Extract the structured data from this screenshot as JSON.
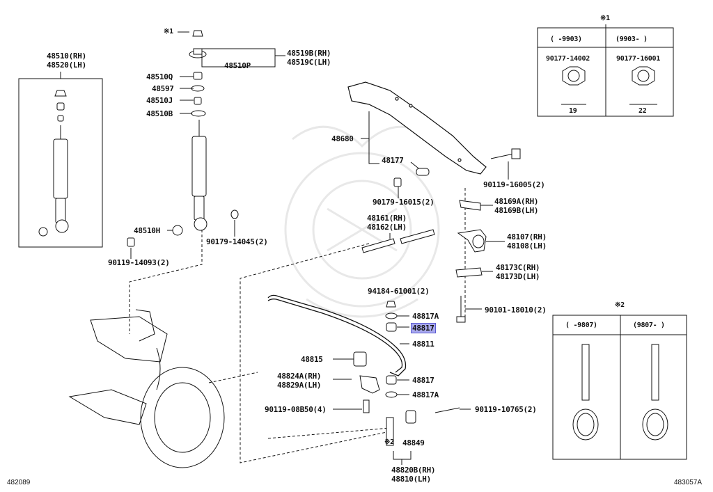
{
  "diagram": {
    "left_code": "482089",
    "right_code": "483057A",
    "labels": {
      "p48510_rh": "48510(RH)",
      "p48520_lh": "48520(LH)",
      "note1_top": "※1",
      "p48519b": "48519B(RH)",
      "p48519c": "48519C(LH)",
      "p48510p": "48510P",
      "p48510q": "48510Q",
      "p48597": "48597",
      "p48510j": "48510J",
      "p48510b": "48510B",
      "p48510h": "48510H",
      "p90179_14045": "90179-14045(2)",
      "p90119_14093": "90119-14093(2)",
      "p48680": "48680",
      "p48177": "48177",
      "p90179_16015": "90179-16015(2)",
      "p90119_16005": "90119-16005(2)",
      "p48169a": "48169A(RH)",
      "p48169b": "48169B(LH)",
      "p48161": "48161(RH)",
      "p48162": "48162(LH)",
      "p48107": "48107(RH)",
      "p48108": "48108(LH)",
      "p48173c": "48173C(RH)",
      "p48173d": "48173D(LH)",
      "p94184": "94184-61001(2)",
      "p90101": "90101-18010(2)",
      "p48817a_top": "48817A",
      "p48817_top": "48817",
      "p48811": "48811",
      "p48815": "48815",
      "p48824a": "48824A(RH)",
      "p48829a": "48829A(LH)",
      "p48817_bot": "48817",
      "p48817a_bot": "48817A",
      "p90119_08b50": "90119-08B50(4)",
      "p90119_10765": "90119-10765(2)",
      "note2_bot": "※2",
      "p48849": "48849",
      "p48820b": "48820B(RH)",
      "p48810": "48810(LH)"
    },
    "note1_box": {
      "title": "※1",
      "col1_header": "(   -9903)",
      "col2_header": "(9903-   )",
      "col1_part": "90177-14002",
      "col2_part": "90177-16001",
      "col1_size": "19",
      "col2_size": "22"
    },
    "note2_box": {
      "title": "※2",
      "col1_header": "(   -9807)",
      "col2_header": "(9807-   )"
    },
    "colors": {
      "line": "#111111",
      "highlight_fill": "#a9a9ee",
      "highlight_border": "#5a5ad0",
      "watermark": "#e6e6e6"
    }
  }
}
